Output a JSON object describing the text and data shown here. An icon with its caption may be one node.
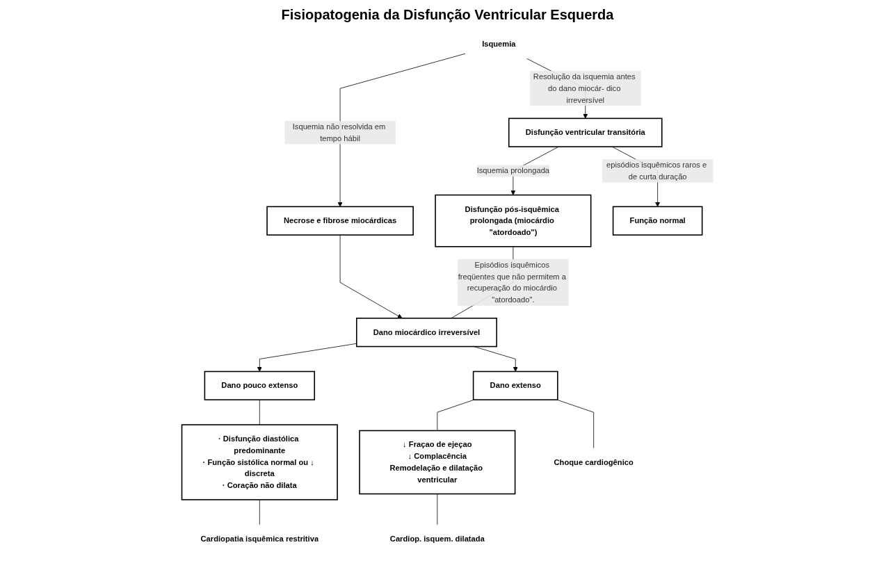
{
  "diagram": {
    "title": "Fisiopatogenia da Disfunção Ventricular Esquerda",
    "nodes": [
      {
        "text": [
          "Isquemia"
        ]
      },
      {
        "text": [
          "Disfunção ventricular transitória"
        ]
      },
      {
        "text": [
          "Necrose e fibrose miocárdicas"
        ]
      },
      {
        "text": [
          "Disfunção pós-isquêmica prolongada (miocárdio \"atordoado\")"
        ]
      },
      {
        "text": [
          "Função normal"
        ]
      },
      {
        "text": [
          "Dano miocárdico irreversível"
        ]
      },
      {
        "text": [
          "Dano pouco extenso"
        ]
      },
      {
        "text": [
          "Dano extenso"
        ]
      },
      {
        "text": [
          "· Disfunção diastólica predominante",
          "· Função sistólica normal ou ↓ discreta",
          "· Coração não dilata"
        ]
      },
      {
        "text": [
          "↓ Fraçao de ejeçao",
          "↓ Complacência",
          "Remodelação e dilatação ventricular"
        ]
      },
      {
        "text": [
          "Cardiopatia isquêmica restritiva"
        ]
      },
      {
        "text": [
          "Cardiop. isquem. dilatada"
        ]
      },
      {
        "text": [
          "Choque cardiogênico"
        ]
      }
    ],
    "edges": [
      {
        "from": 0,
        "to": 2,
        "arrow": "to",
        "label": "Isquemia não resolvida em tempo hábil"
      },
      {
        "from": 0,
        "to": 1,
        "arrow": "to",
        "label": "Resolução da isquemia antes do dano miocár- dico irreversível"
      },
      {
        "from": 1,
        "to": 3,
        "arrow": "to",
        "label": "Isquemia prolongada"
      },
      {
        "from": 1,
        "to": 4,
        "arrow": "to",
        "label": "episódios isquêmicos raros e de curta duração"
      },
      {
        "from": 2,
        "to": 5,
        "arrow": "to"
      },
      {
        "from": 3,
        "to": 5,
        "arrow": "none",
        "label": "Episódios isquêmicos freqüentes que não permitem a recuperação do miocárdio \"atordoado\"."
      },
      {
        "from": 5,
        "to": 6,
        "arrow": "to"
      },
      {
        "from": 5,
        "to": 7,
        "arrow": "to"
      },
      {
        "from": 6,
        "to": 8,
        "arrow": "none"
      },
      {
        "from": 8,
        "to": 10,
        "arrow": "none"
      },
      {
        "from": 7,
        "to": 9,
        "arrow": "none"
      },
      {
        "from": 9,
        "to": 11,
        "arrow": "none"
      },
      {
        "from": 7,
        "to": 12,
        "arrow": "none"
      }
    ]
  }
}
